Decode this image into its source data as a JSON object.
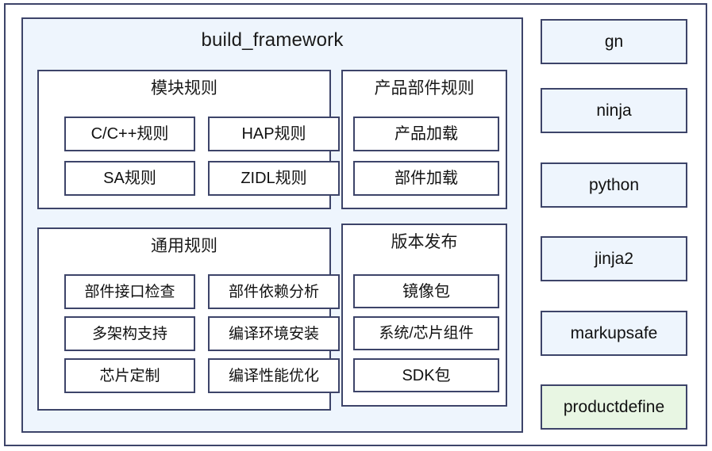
{
  "diagram": {
    "title": "build_framework",
    "colors": {
      "border": "#3d4469",
      "panel_fill": "#eef5fd",
      "group_fill": "#ffffff",
      "tool_fill": "#eef5fd",
      "highlight_fill": "#e8f6e3",
      "text": "#111111"
    },
    "groups": [
      {
        "title": "模块规则",
        "items": [
          "C/C++规则",
          "HAP规则",
          "SA规则",
          "ZIDL规则"
        ]
      },
      {
        "title": "产品部件规则",
        "items": [
          "产品加载",
          "部件加载"
        ]
      },
      {
        "title": "通用规则",
        "items": [
          "部件接口检查",
          "部件依赖分析",
          "多架构支持",
          "编译环境安装",
          "芯片定制",
          "编译性能优化"
        ]
      },
      {
        "title": "版本发布",
        "items": [
          "镜像包",
          "系统/芯片组件",
          "SDK包"
        ]
      }
    ],
    "tools": [
      {
        "label": "gn",
        "highlighted": false
      },
      {
        "label": "ninja",
        "highlighted": false
      },
      {
        "label": "python",
        "highlighted": false
      },
      {
        "label": "jinja2",
        "highlighted": false
      },
      {
        "label": "markupsafe",
        "highlighted": false
      },
      {
        "label": "productdefine",
        "highlighted": true
      }
    ]
  }
}
